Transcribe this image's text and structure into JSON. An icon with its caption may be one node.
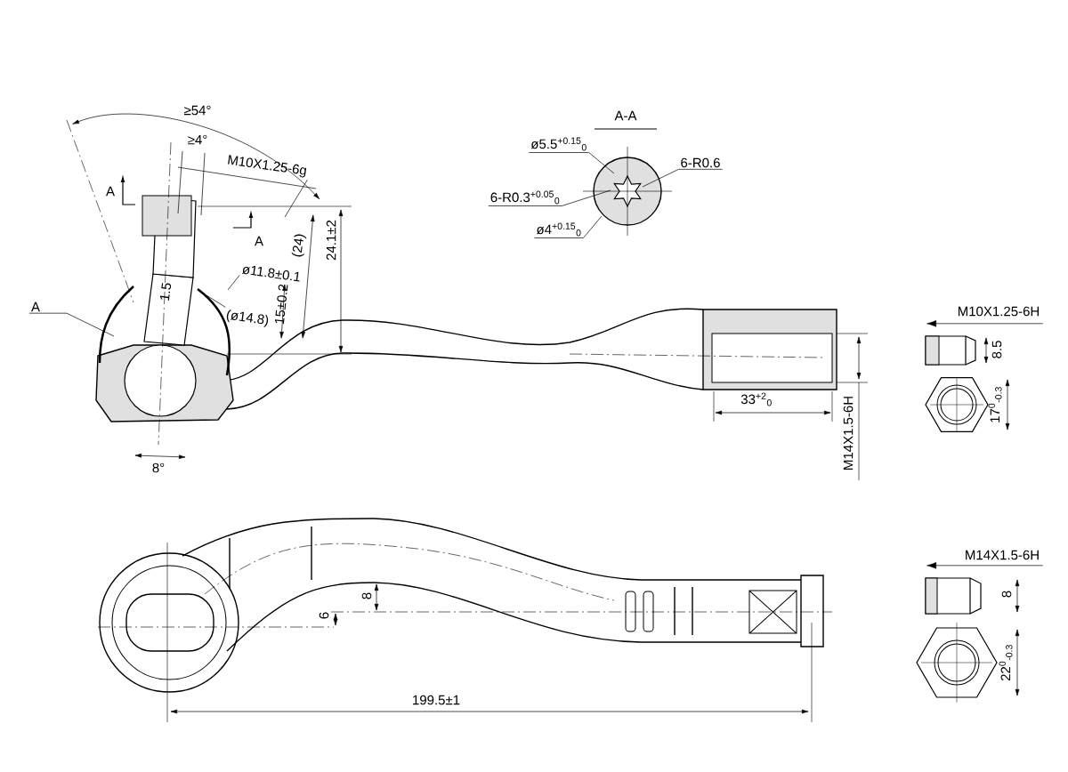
{
  "diagram": {
    "nodes": [
      {
        "text": [
          "A"
        ]
      },
      {
        "text": [
          "M10X1.25-6g"
        ]
      },
      {
        "text": [
          "ø11.8±0.1"
        ]
      },
      {
        "text": [
          "(ø14.8)"
        ]
      },
      {
        "text": [
          "ø5.5$^{+0.15}$$_{0}$"
        ]
      },
      {
        "text": [
          "6-R0.3$^{+0.05}$$_{0}$"
        ]
      },
      {
        "text": [
          "ø4$^{+0.15}$$_{0}$"
        ]
      },
      {
        "text": [
          "6-R0.6"
        ]
      },
      {
        "text": [
          "M10X1.25-6H"
        ]
      },
      {
        "text": [
          "M14X1.5-6H"
        ]
      }
    ],
    "edges": [
      {
        "from": 0,
        "to": null,
        "arrow": "none"
      },
      {
        "from": 1,
        "to": null,
        "arrow": "none"
      },
      {
        "from": 2,
        "to": null,
        "arrow": "none"
      },
      {
        "from": 3,
        "to": null,
        "arrow": "none"
      },
      {
        "from": 4,
        "to": null,
        "arrow": "none"
      },
      {
        "from": 5,
        "to": null,
        "arrow": "none"
      },
      {
        "from": 6,
        "to": null,
        "arrow": "none"
      },
      {
        "from": 7,
        "to": null,
        "arrow": "none"
      },
      {
        "from": 8,
        "to": null,
        "arrow": "to"
      },
      {
        "from": 9,
        "to": null,
        "arrow": "to"
      }
    ],
    "labels": [
      "≥54°",
      "≥4°",
      "A",
      "A",
      "(24)",
      "24.1±2",
      "1.5",
      "15±0.2",
      "8°",
      "A-A",
      "33$^{+2}$$_{0}$",
      "M14X1.5-6H",
      "8.5",
      "17$^{0}$$_{-0.3}$",
      "8",
      "22$^{0}$$_{-0.3}$",
      "8",
      "6",
      "199.5±1"
    ]
  }
}
